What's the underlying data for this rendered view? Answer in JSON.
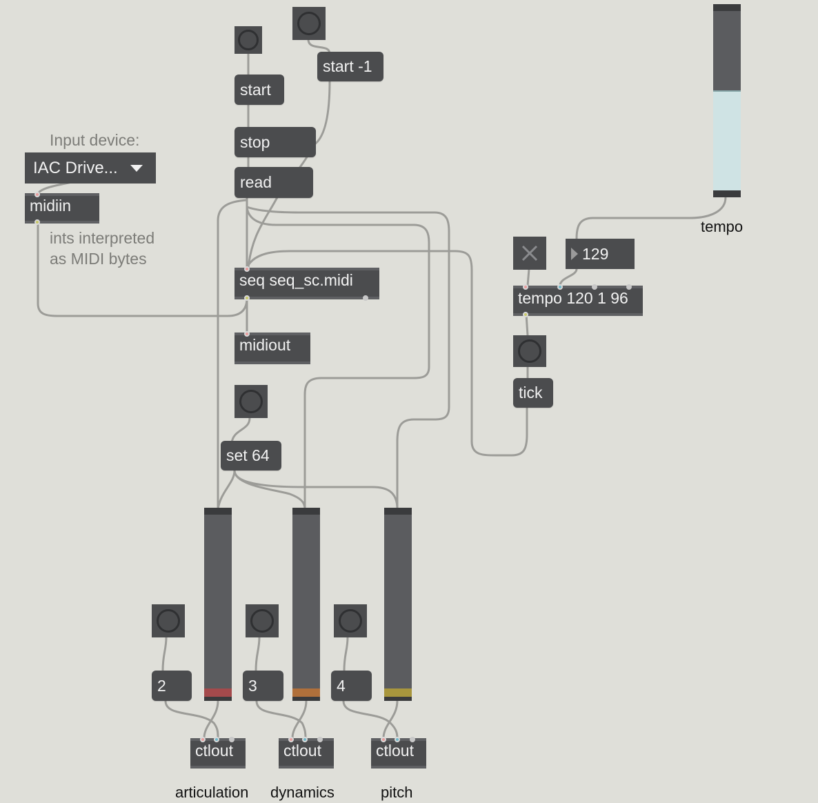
{
  "patcher": {
    "input_device_label": "Input device:",
    "input_device_menu": "IAC Drive...",
    "comment_line1": "ints interpreted",
    "comment_line2": "as MIDI bytes",
    "objects": {
      "midiin": "midiin",
      "seq": "seq seq_sc.midi",
      "midiout": "midiout",
      "tempo": "tempo 120 1 96",
      "ctlout": "ctlout"
    },
    "messages": {
      "start": "start",
      "start_minus_one": "start -1",
      "stop": "stop",
      "read": "read",
      "tick": "tick",
      "set64": "set 64",
      "ctl_articulation": "2",
      "ctl_dynamics": "3",
      "ctl_pitch": "4"
    },
    "tempo_number": "129",
    "tempo_slider": {
      "label": "tempo",
      "level": 0.55,
      "fill_color": "#cfe3e4"
    },
    "sliders": [
      {
        "label": "articulation",
        "color": "#a44a4c",
        "level": 0.0
      },
      {
        "label": "dynamics",
        "color": "#b0703b",
        "level": 0.0
      },
      {
        "label": "pitch",
        "color": "#a8963d",
        "level": 0.0
      }
    ]
  }
}
